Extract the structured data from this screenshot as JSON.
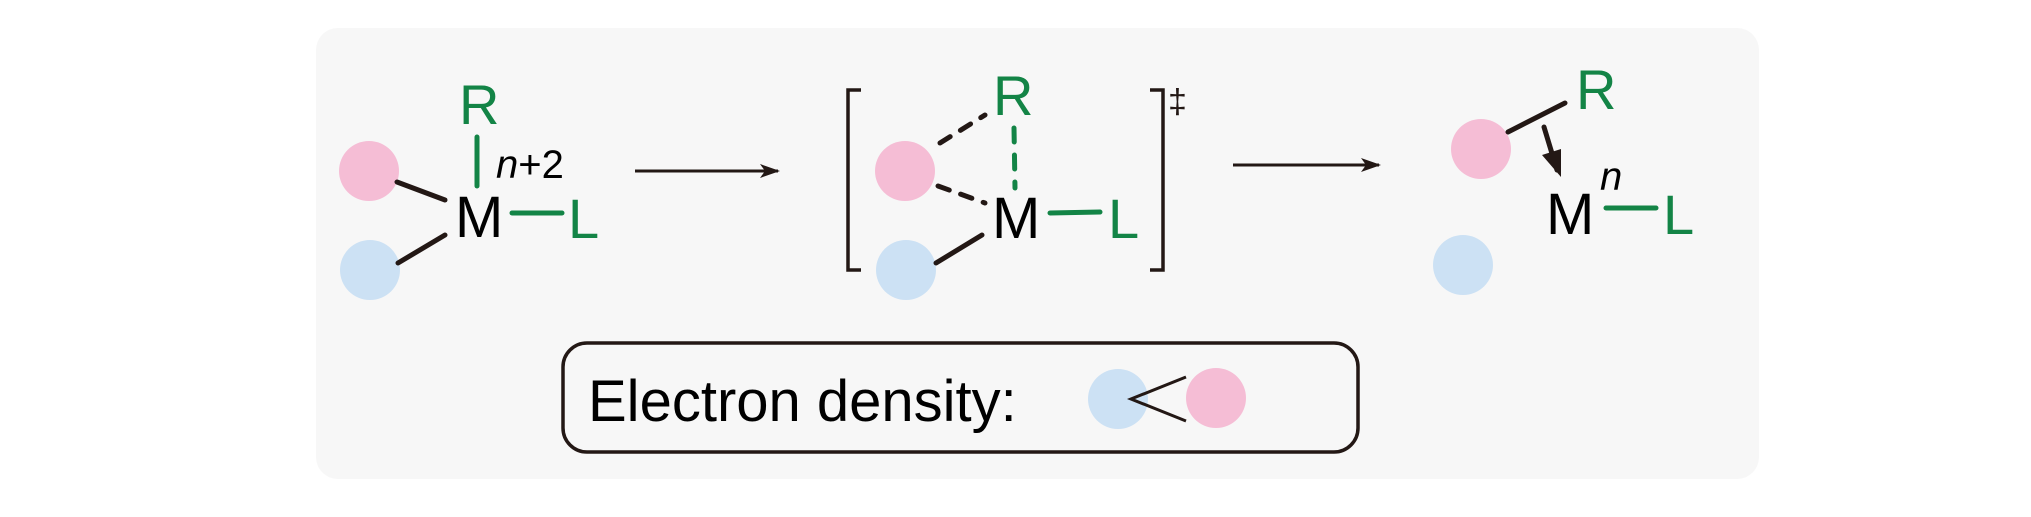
{
  "colors": {
    "panel_bg": "#f7f7f7",
    "bond_black": "#231815",
    "ligand_green": "#138446",
    "pink_group": "#f5bdd5",
    "blue_group": "#cce1f4"
  },
  "reactant": {
    "metal": "M",
    "oxidation_state": "n+2",
    "oxidation_state_var": "n",
    "oxidation_state_suffix": "+2",
    "top_ligand": "R",
    "side_ligand": "L"
  },
  "transition_state": {
    "metal": "M",
    "top_ligand": "R",
    "side_ligand": "L",
    "marker": "‡"
  },
  "product": {
    "metal": "M",
    "oxidation_state": "n",
    "top_ligand": "R",
    "side_ligand": "L"
  },
  "legend": {
    "label": "Electron density:",
    "relation": "<",
    "lower_group": "blue",
    "higher_group": "pink"
  }
}
